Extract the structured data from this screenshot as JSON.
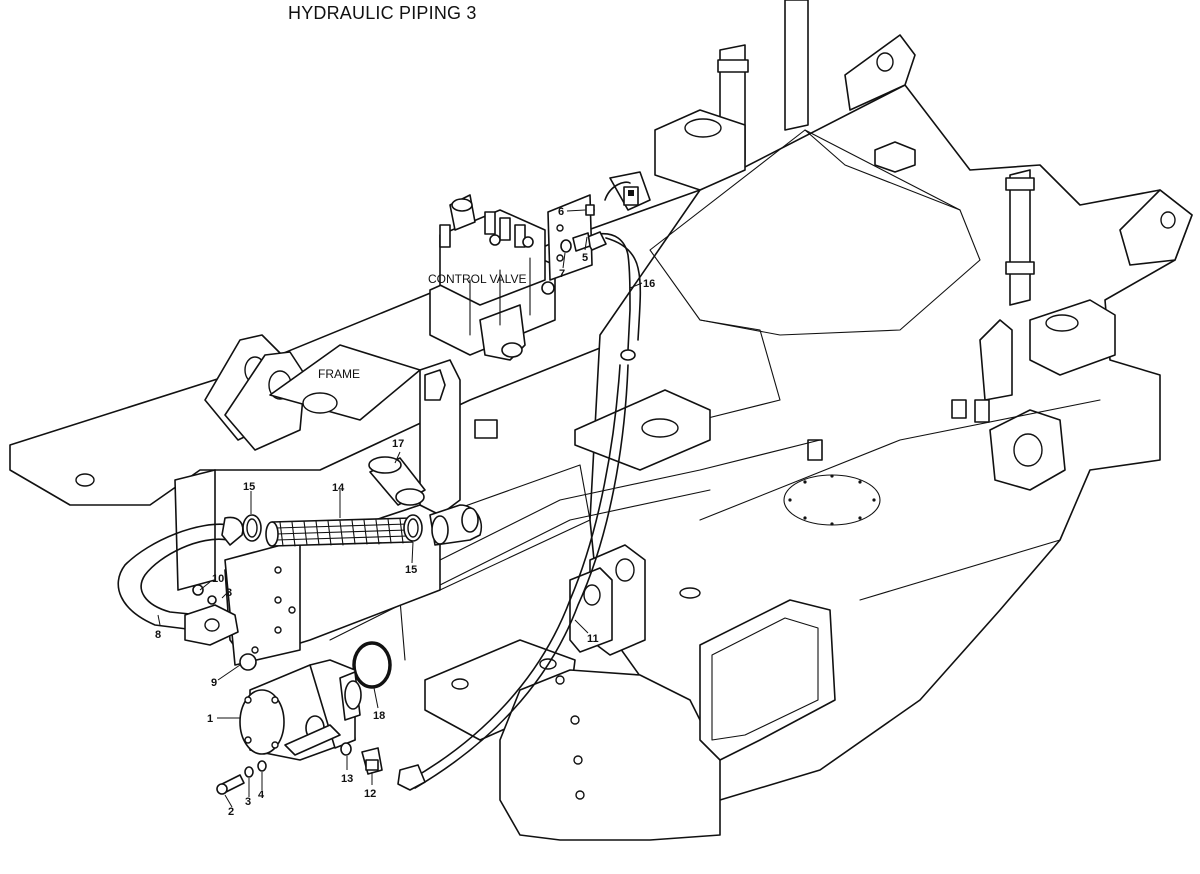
{
  "title": "HYDRAULIC PIPING 3",
  "captions": {
    "control_valve": "CONTROL VALVE",
    "frame": "FRAME"
  },
  "callouts": {
    "c1": "1",
    "c2": "2",
    "c3a": "3",
    "c3b": "3",
    "c4": "4",
    "c5": "5",
    "c6": "6",
    "c7": "7",
    "c8": "8",
    "c9": "9",
    "c10": "10",
    "c11": "11",
    "c12": "12",
    "c13": "13",
    "c14": "14",
    "c15a": "15",
    "c15b": "15",
    "c16": "16",
    "c17": "17",
    "c18": "18"
  }
}
